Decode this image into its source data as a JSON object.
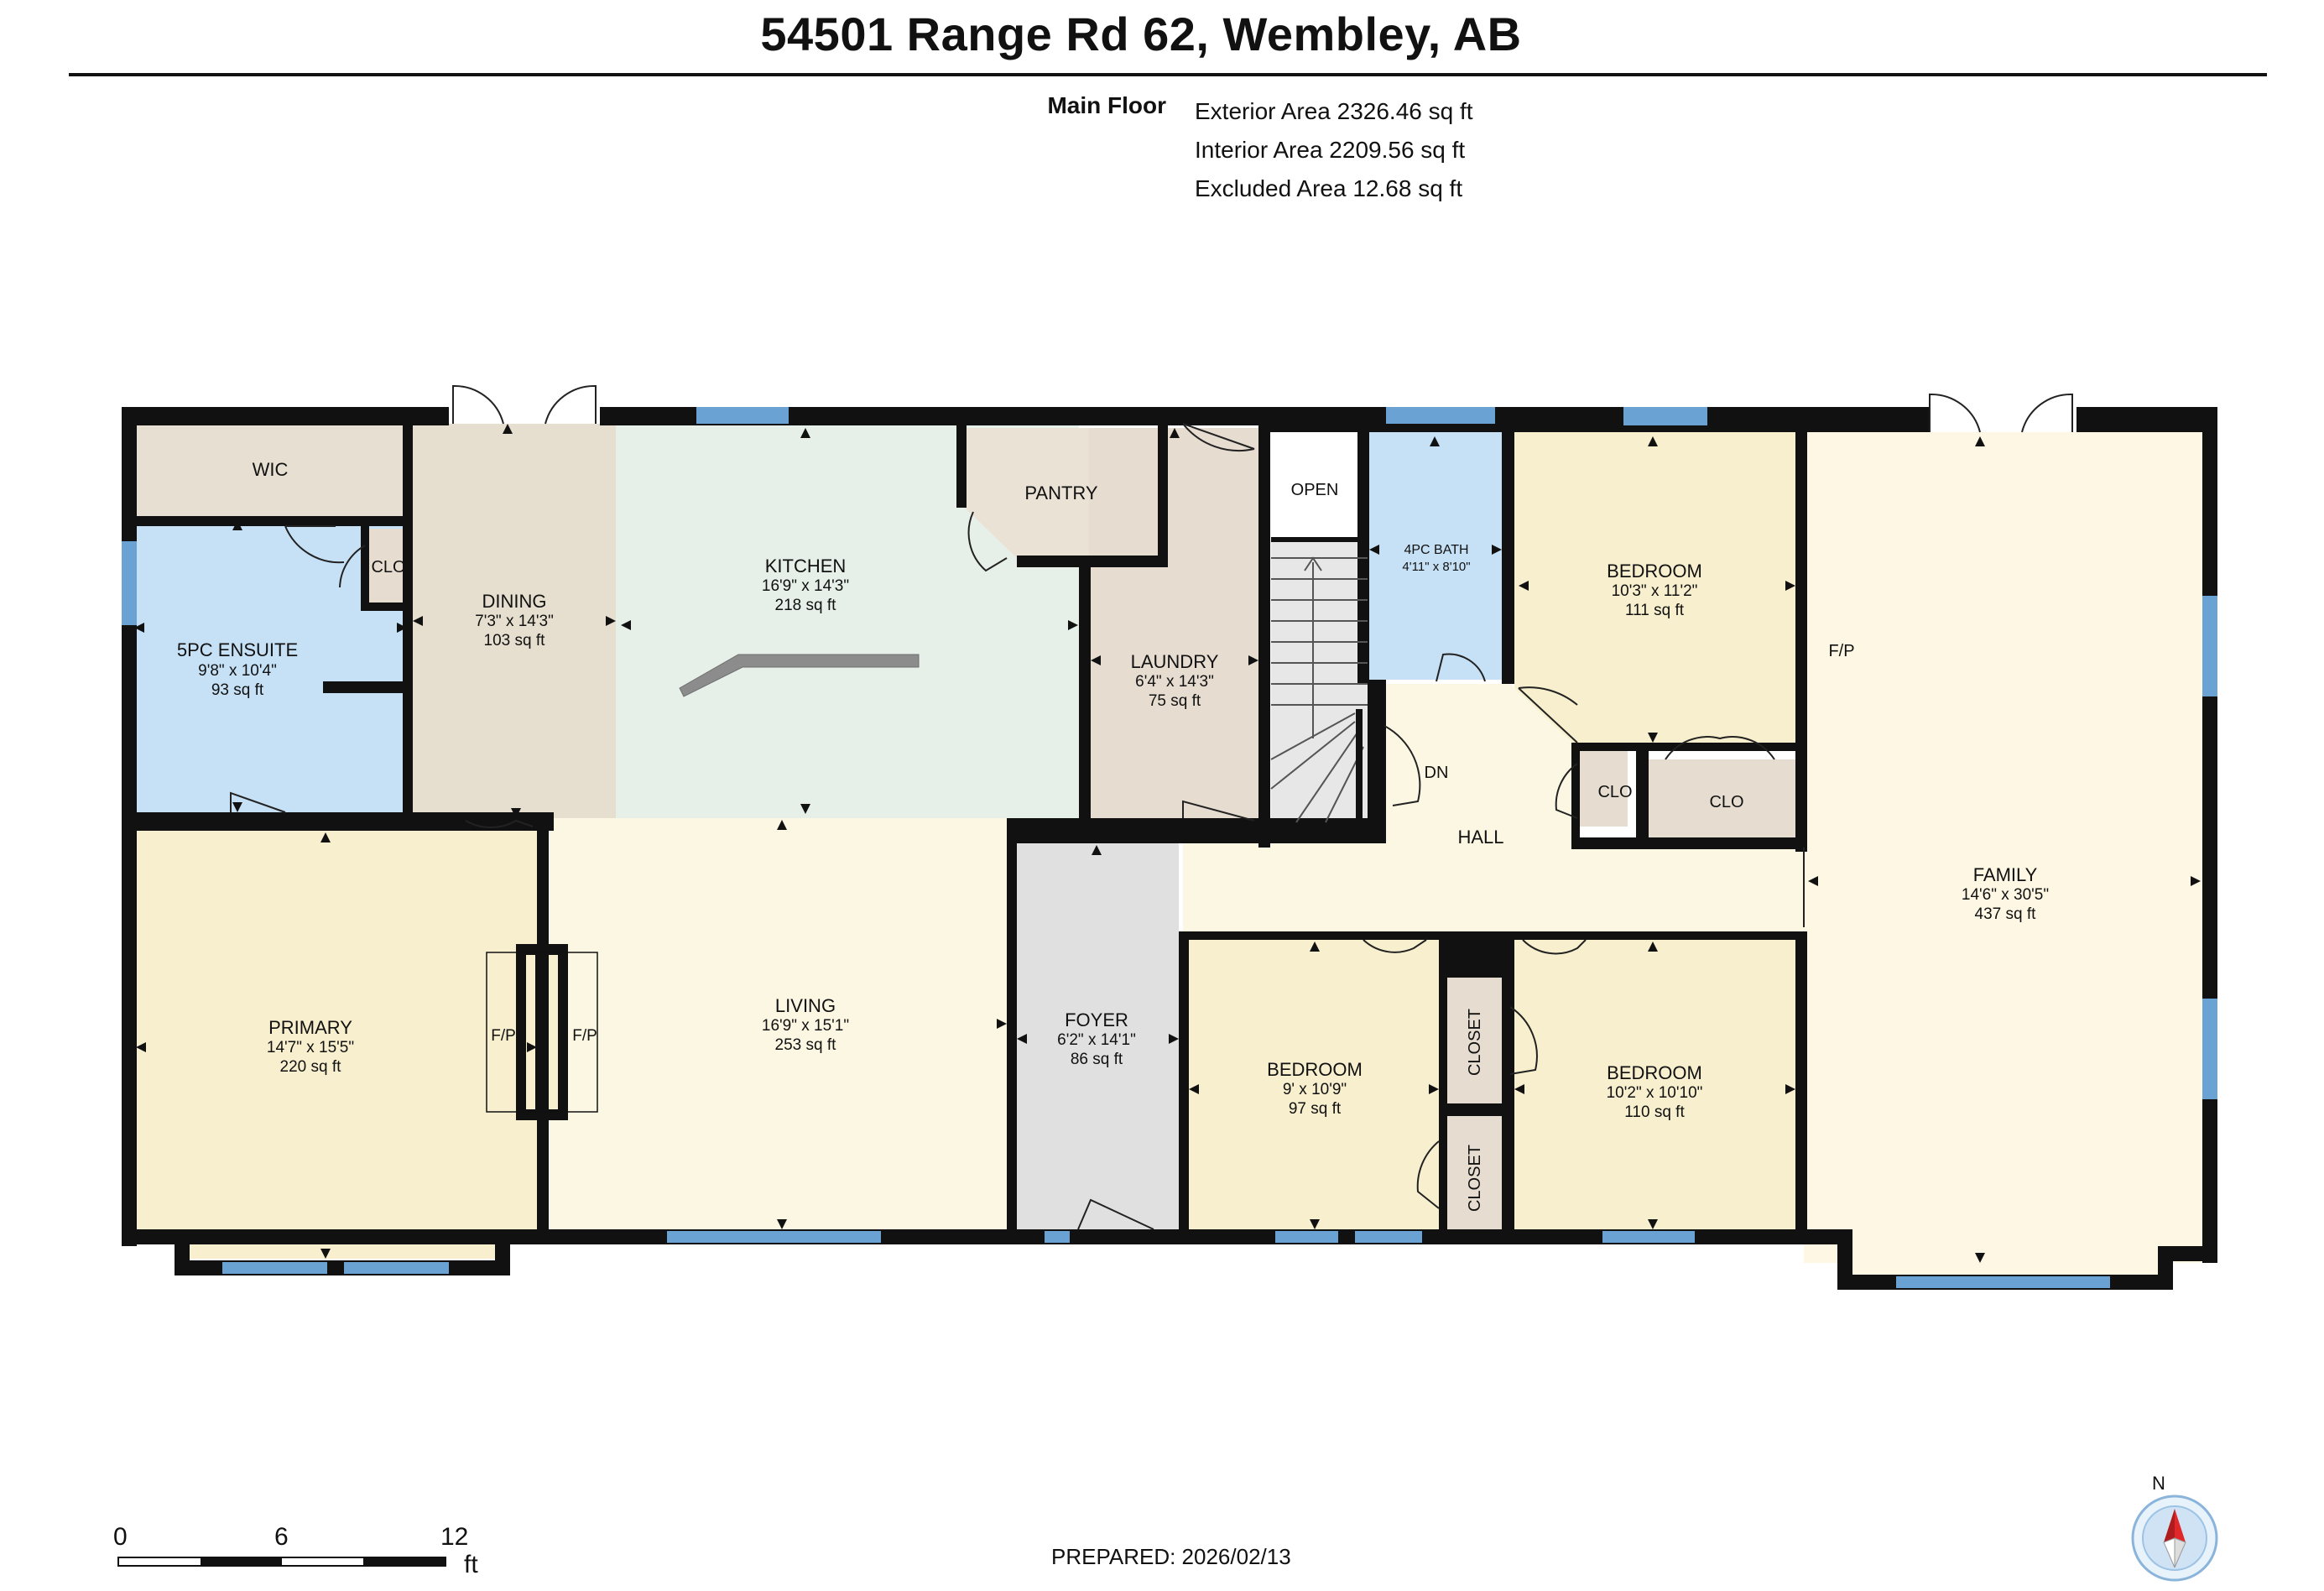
{
  "header": {
    "title": "54501 Range Rd 62, Wembley, AB",
    "floor_label": "Main Floor",
    "areas": [
      "Exterior Area 2326.46 sq ft",
      "Interior Area 2209.56 sq ft",
      "Excluded Area 12.68 sq ft"
    ]
  },
  "rooms": {
    "wic": {
      "name": "WIC"
    },
    "ensuite": {
      "name": "5PC ENSUITE",
      "dims": "9'8\" x 10'4\"",
      "area": "93 sq ft"
    },
    "clo_ensuite": {
      "name": "CLO"
    },
    "dining": {
      "name": "DINING",
      "dims": "7'3\" x 14'3\"",
      "area": "103 sq ft"
    },
    "kitchen": {
      "name": "KITCHEN",
      "dims": "16'9\" x 14'3\"",
      "area": "218 sq ft"
    },
    "pantry": {
      "name": "PANTRY"
    },
    "laundry": {
      "name": "LAUNDRY",
      "dims": "6'4\" x 14'3\"",
      "area": "75 sq ft"
    },
    "open": {
      "name": "OPEN"
    },
    "bath4": {
      "name": "4PC BATH",
      "dims": "4'11\" x 8'10\""
    },
    "bedroom_ne": {
      "name": "BEDROOM",
      "dims": "10'3\" x 11'2\"",
      "area": "111 sq ft"
    },
    "family": {
      "name": "FAMILY",
      "dims": "14'6\" x 30'5\"",
      "area": "437 sq ft",
      "fp": "F/P"
    },
    "hall": {
      "name": "HALL"
    },
    "stairs": {
      "label": "DN"
    },
    "clo_hall_1": {
      "name": "CLO"
    },
    "clo_hall_2": {
      "name": "CLO"
    },
    "primary": {
      "name": "PRIMARY",
      "dims": "14'7\" x 15'5\"",
      "area": "220 sq ft"
    },
    "fireplace": {
      "left": "F/P",
      "right": "F/P"
    },
    "living": {
      "name": "LIVING",
      "dims": "16'9\" x 15'1\"",
      "area": "253 sq ft"
    },
    "foyer": {
      "name": "FOYER",
      "dims": "6'2\" x 14'1\"",
      "area": "86 sq ft"
    },
    "bedroom_sw": {
      "name": "BEDROOM",
      "dims": "9' x 10'9\"",
      "area": "97 sq ft"
    },
    "closet_1": {
      "name": "CLOSET"
    },
    "closet_2": {
      "name": "CLOSET"
    },
    "bedroom_se": {
      "name": "BEDROOM",
      "dims": "10'2\" x 10'10\"",
      "area": "110 sq ft"
    }
  },
  "scale": {
    "ticks": [
      "0",
      "6",
      "12"
    ],
    "unit": "ft"
  },
  "footer": {
    "prepared": "PREPARED: 2026/02/13"
  },
  "compass": {
    "north": "N"
  },
  "colors": {
    "wall": "#111111",
    "window": "#6aa2d4",
    "wic": "#e7dfd2",
    "ensuite": "#c6e1f6",
    "dining": "#e6dfd0",
    "kitchen": "#e6efe8",
    "pantry": "#e9e2d5",
    "laundry": "#e6dcd0",
    "bath": "#c6e1f6",
    "bedroom": "#f7efcd",
    "family": "#fdf7e3",
    "primary": "#f8efcf",
    "living": "#fcf7e2",
    "foyer": "#e0e0e0",
    "hall": "#fcf7e2",
    "closet": "#e6ddd0",
    "compass_north": "#e0282a"
  }
}
